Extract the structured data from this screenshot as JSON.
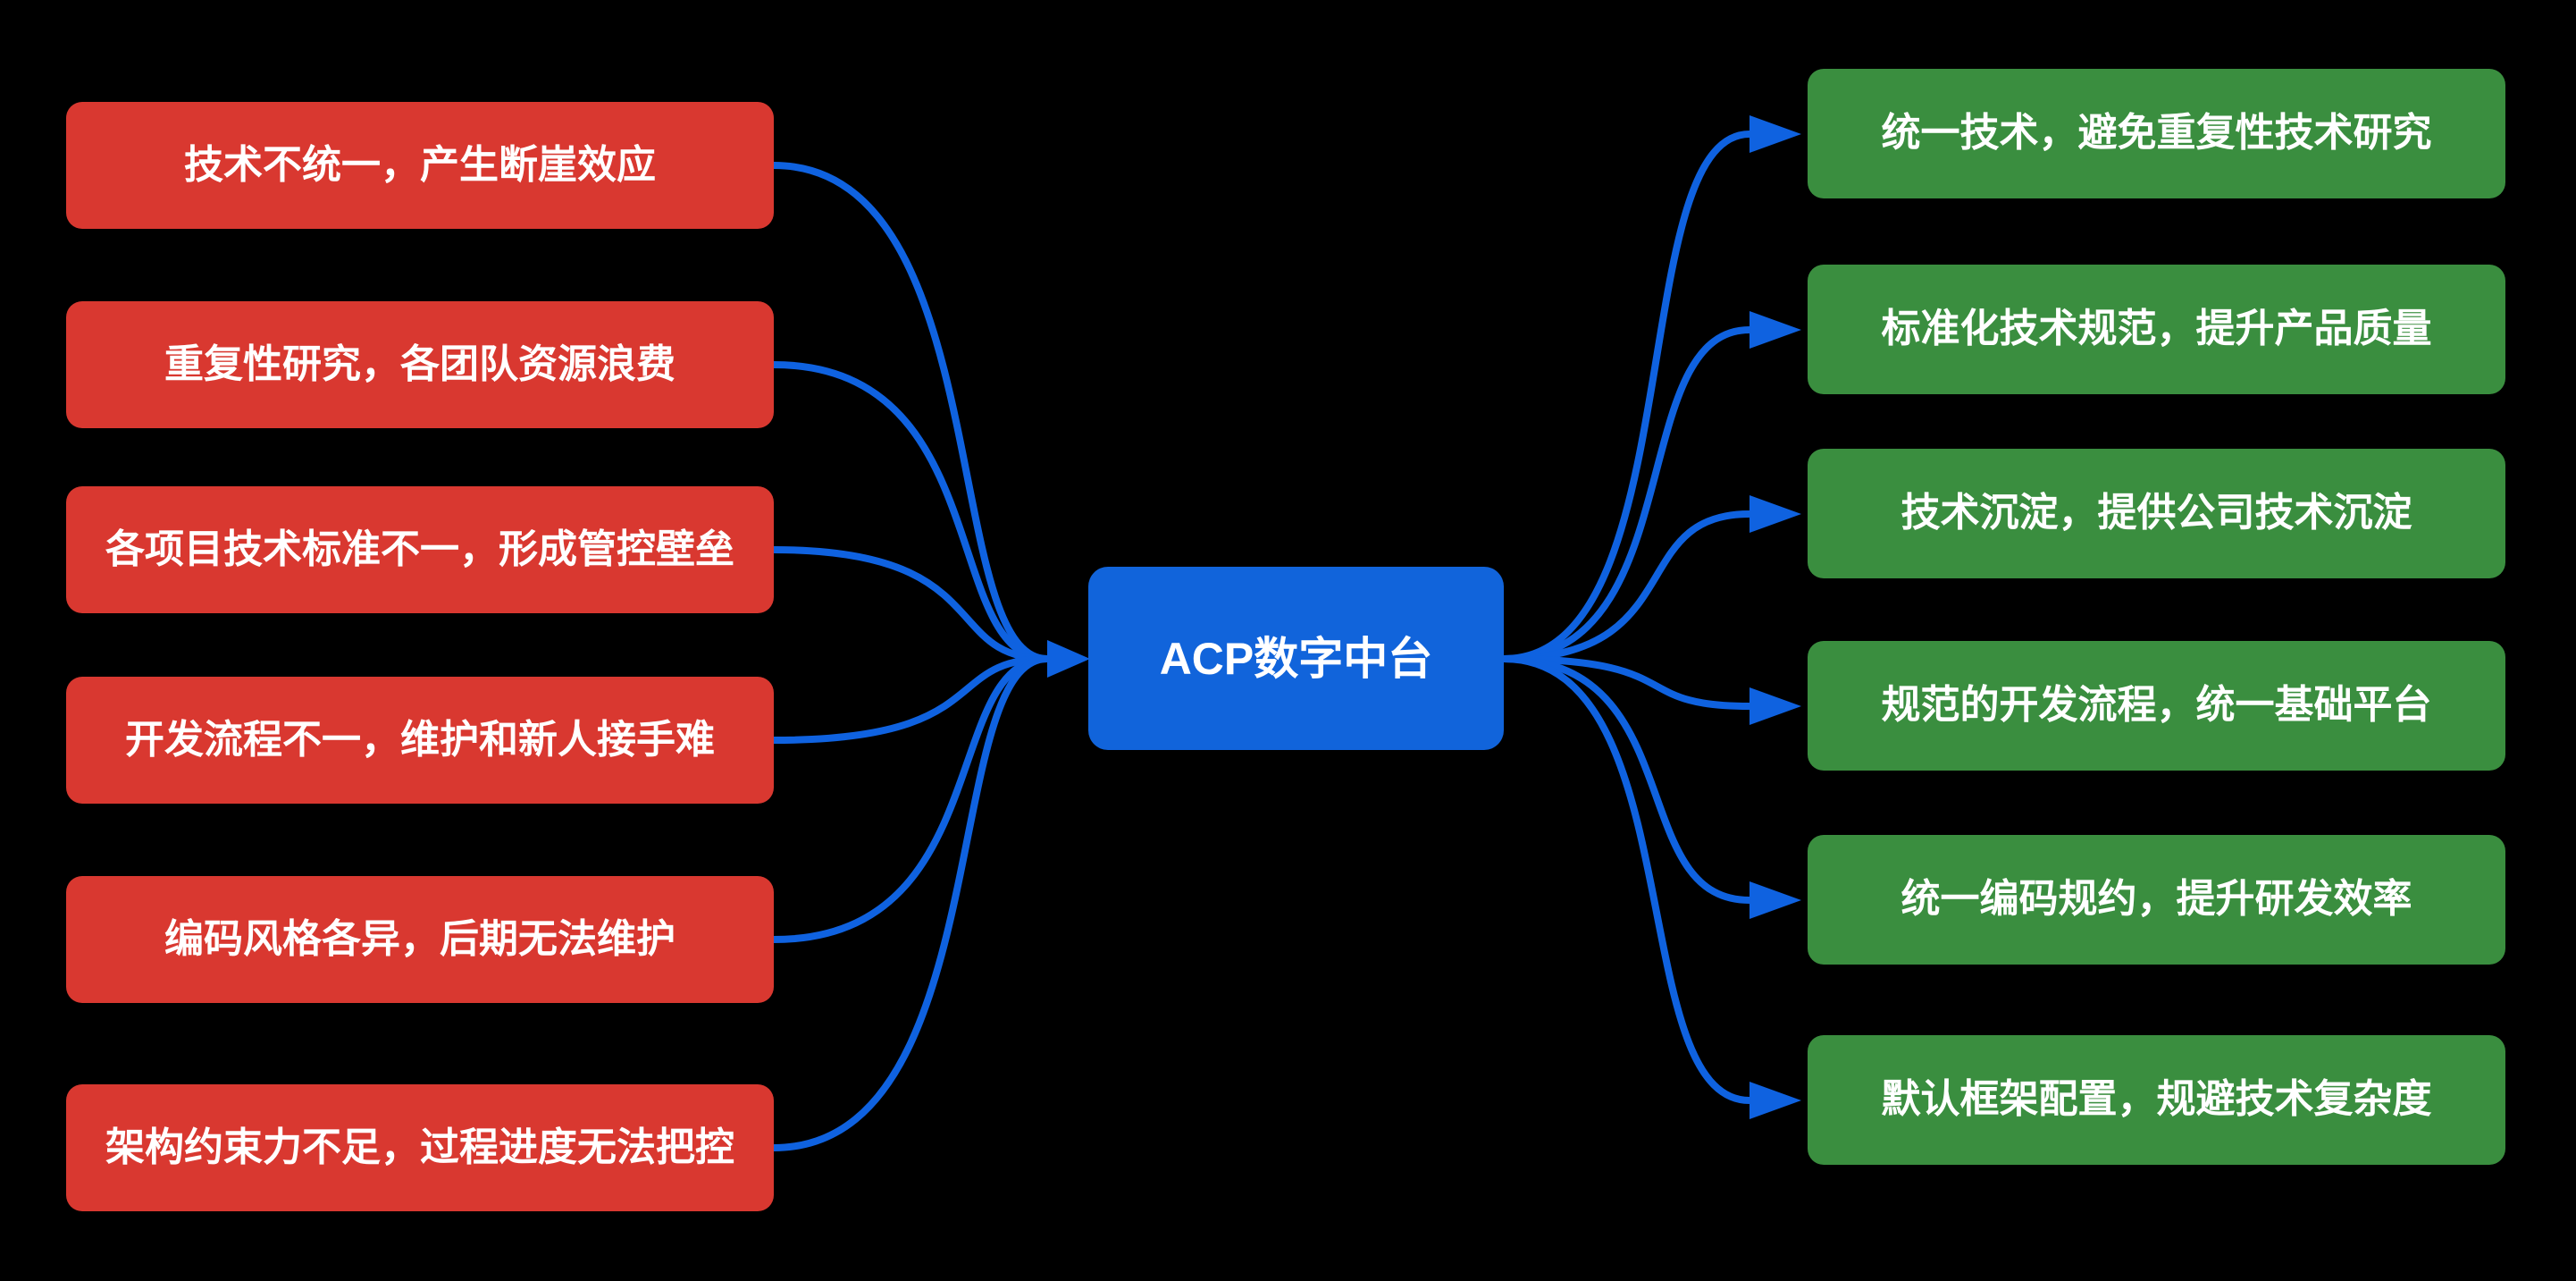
{
  "colors": {
    "background": "#000000",
    "problem": "#D93830",
    "benefit": "#3A8E3F",
    "center": "#1164DB",
    "connector": "#0F62E0",
    "text": "#FFFFFF"
  },
  "center_node": {
    "label": "ACP数字中台"
  },
  "left_items": [
    {
      "label": "技术不统一，产生断崖效应"
    },
    {
      "label": "重复性研究，各团队资源浪费"
    },
    {
      "label": "各项目技术标准不一，形成管控壁垒"
    },
    {
      "label": "开发流程不一，维护和新人接手难"
    },
    {
      "label": "编码风格各异，后期无法维护"
    },
    {
      "label": "架构约束力不足，过程进度无法把控"
    }
  ],
  "right_items": [
    {
      "label": "统一技术，避免重复性技术研究"
    },
    {
      "label": "标准化技术规范，提升产品质量"
    },
    {
      "label": "技术沉淀，提供公司技术沉淀"
    },
    {
      "label": "规范的开发流程，统一基础平台"
    },
    {
      "label": "统一编码规约，提升研发效率"
    },
    {
      "label": "默认框架配置，规避技术复杂度"
    }
  ]
}
